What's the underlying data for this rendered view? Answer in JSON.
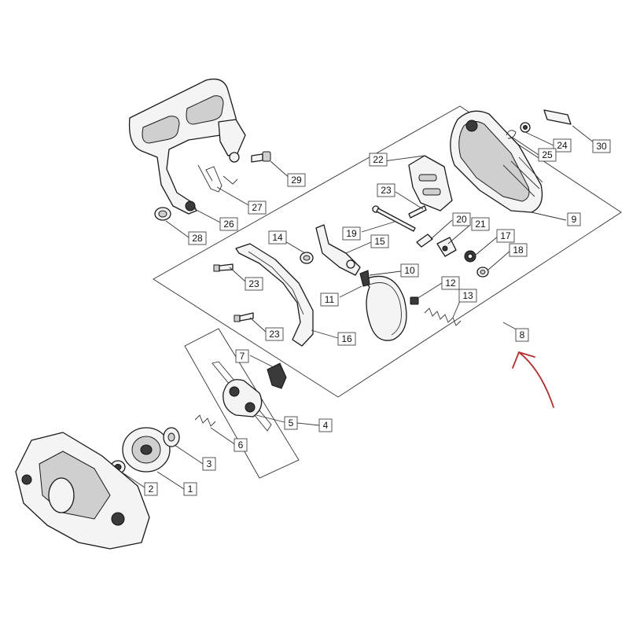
{
  "diagram": {
    "labels": [
      {
        "id": "p1",
        "text": "1"
      },
      {
        "id": "p2",
        "text": "2"
      },
      {
        "id": "p3",
        "text": "3"
      },
      {
        "id": "p4",
        "text": "4"
      },
      {
        "id": "p5",
        "text": "5"
      },
      {
        "id": "p6",
        "text": "6"
      },
      {
        "id": "p7",
        "text": "7"
      },
      {
        "id": "p8",
        "text": "8"
      },
      {
        "id": "p9",
        "text": "9"
      },
      {
        "id": "p10",
        "text": "10"
      },
      {
        "id": "p11",
        "text": "11"
      },
      {
        "id": "p12",
        "text": "12"
      },
      {
        "id": "p13",
        "text": "13"
      },
      {
        "id": "p14",
        "text": "14"
      },
      {
        "id": "p15",
        "text": "15"
      },
      {
        "id": "p16",
        "text": "16"
      },
      {
        "id": "p17",
        "text": "17"
      },
      {
        "id": "p18",
        "text": "18"
      },
      {
        "id": "p19",
        "text": "19"
      },
      {
        "id": "p20",
        "text": "20"
      },
      {
        "id": "p21",
        "text": "21"
      },
      {
        "id": "p22",
        "text": "22"
      },
      {
        "id": "p23a",
        "text": "23"
      },
      {
        "id": "p23b",
        "text": "23"
      },
      {
        "id": "p23c",
        "text": "23"
      },
      {
        "id": "p24",
        "text": "24"
      },
      {
        "id": "p25",
        "text": "25"
      },
      {
        "id": "p26",
        "text": "26"
      },
      {
        "id": "p27",
        "text": "27"
      },
      {
        "id": "p28",
        "text": "28"
      },
      {
        "id": "p29",
        "text": "29"
      },
      {
        "id": "p30",
        "text": "30"
      }
    ],
    "arrow_color": "#b03030"
  }
}
